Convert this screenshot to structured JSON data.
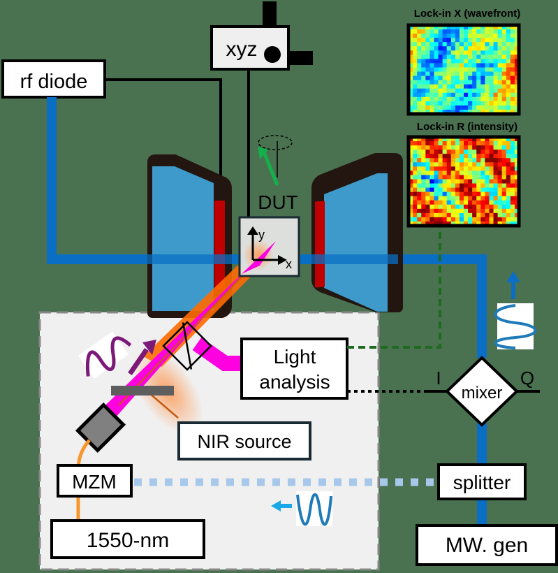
{
  "colors": {
    "background": "#4a7150",
    "mw_line": "#0a6fc4",
    "magnet_body": "#3fa0d2",
    "magnet_pole": "#c00000",
    "laser_beam": "#ff00e0",
    "nir_beam": "#ff6a00",
    "fiber": "#f7962d",
    "signal_path_dashed": "#1e6b20",
    "optical_table": "#f0f0f0",
    "rotation_arrow": "#14b04a",
    "light_wave": "#7b1a78",
    "rf_wave": "#1f7ab8",
    "optical_link_dotted": "#a7c8ea"
  },
  "labels": {
    "rf_diode": "rf diode",
    "xyz_stage": "xyz",
    "dut": "DUT",
    "axis_x": "x",
    "axis_y": "y",
    "light_analysis_line1": "Light",
    "light_analysis_line2": "analysis",
    "nir_source": "NIR source",
    "mzm": "MZM",
    "laser_1550": "1550-nm",
    "mixer": "mixer",
    "mixer_i": "I",
    "mixer_q": "Q",
    "splitter": "splitter",
    "mw_gen": "MW. gen"
  },
  "maps": [
    {
      "title": "Lock-in X (wavefront)",
      "colormap": "jet",
      "bias": "cool"
    },
    {
      "title": "Lock-in R (intensity)",
      "colormap": "jet",
      "bias": "hot"
    }
  ],
  "icons": {
    "rotation": "rotation-arrow-icon",
    "wave_light": "sine-wave-icon",
    "wave_rf": "sine-wave-icon",
    "beamsplitter": "beam-splitter-cube-icon"
  }
}
